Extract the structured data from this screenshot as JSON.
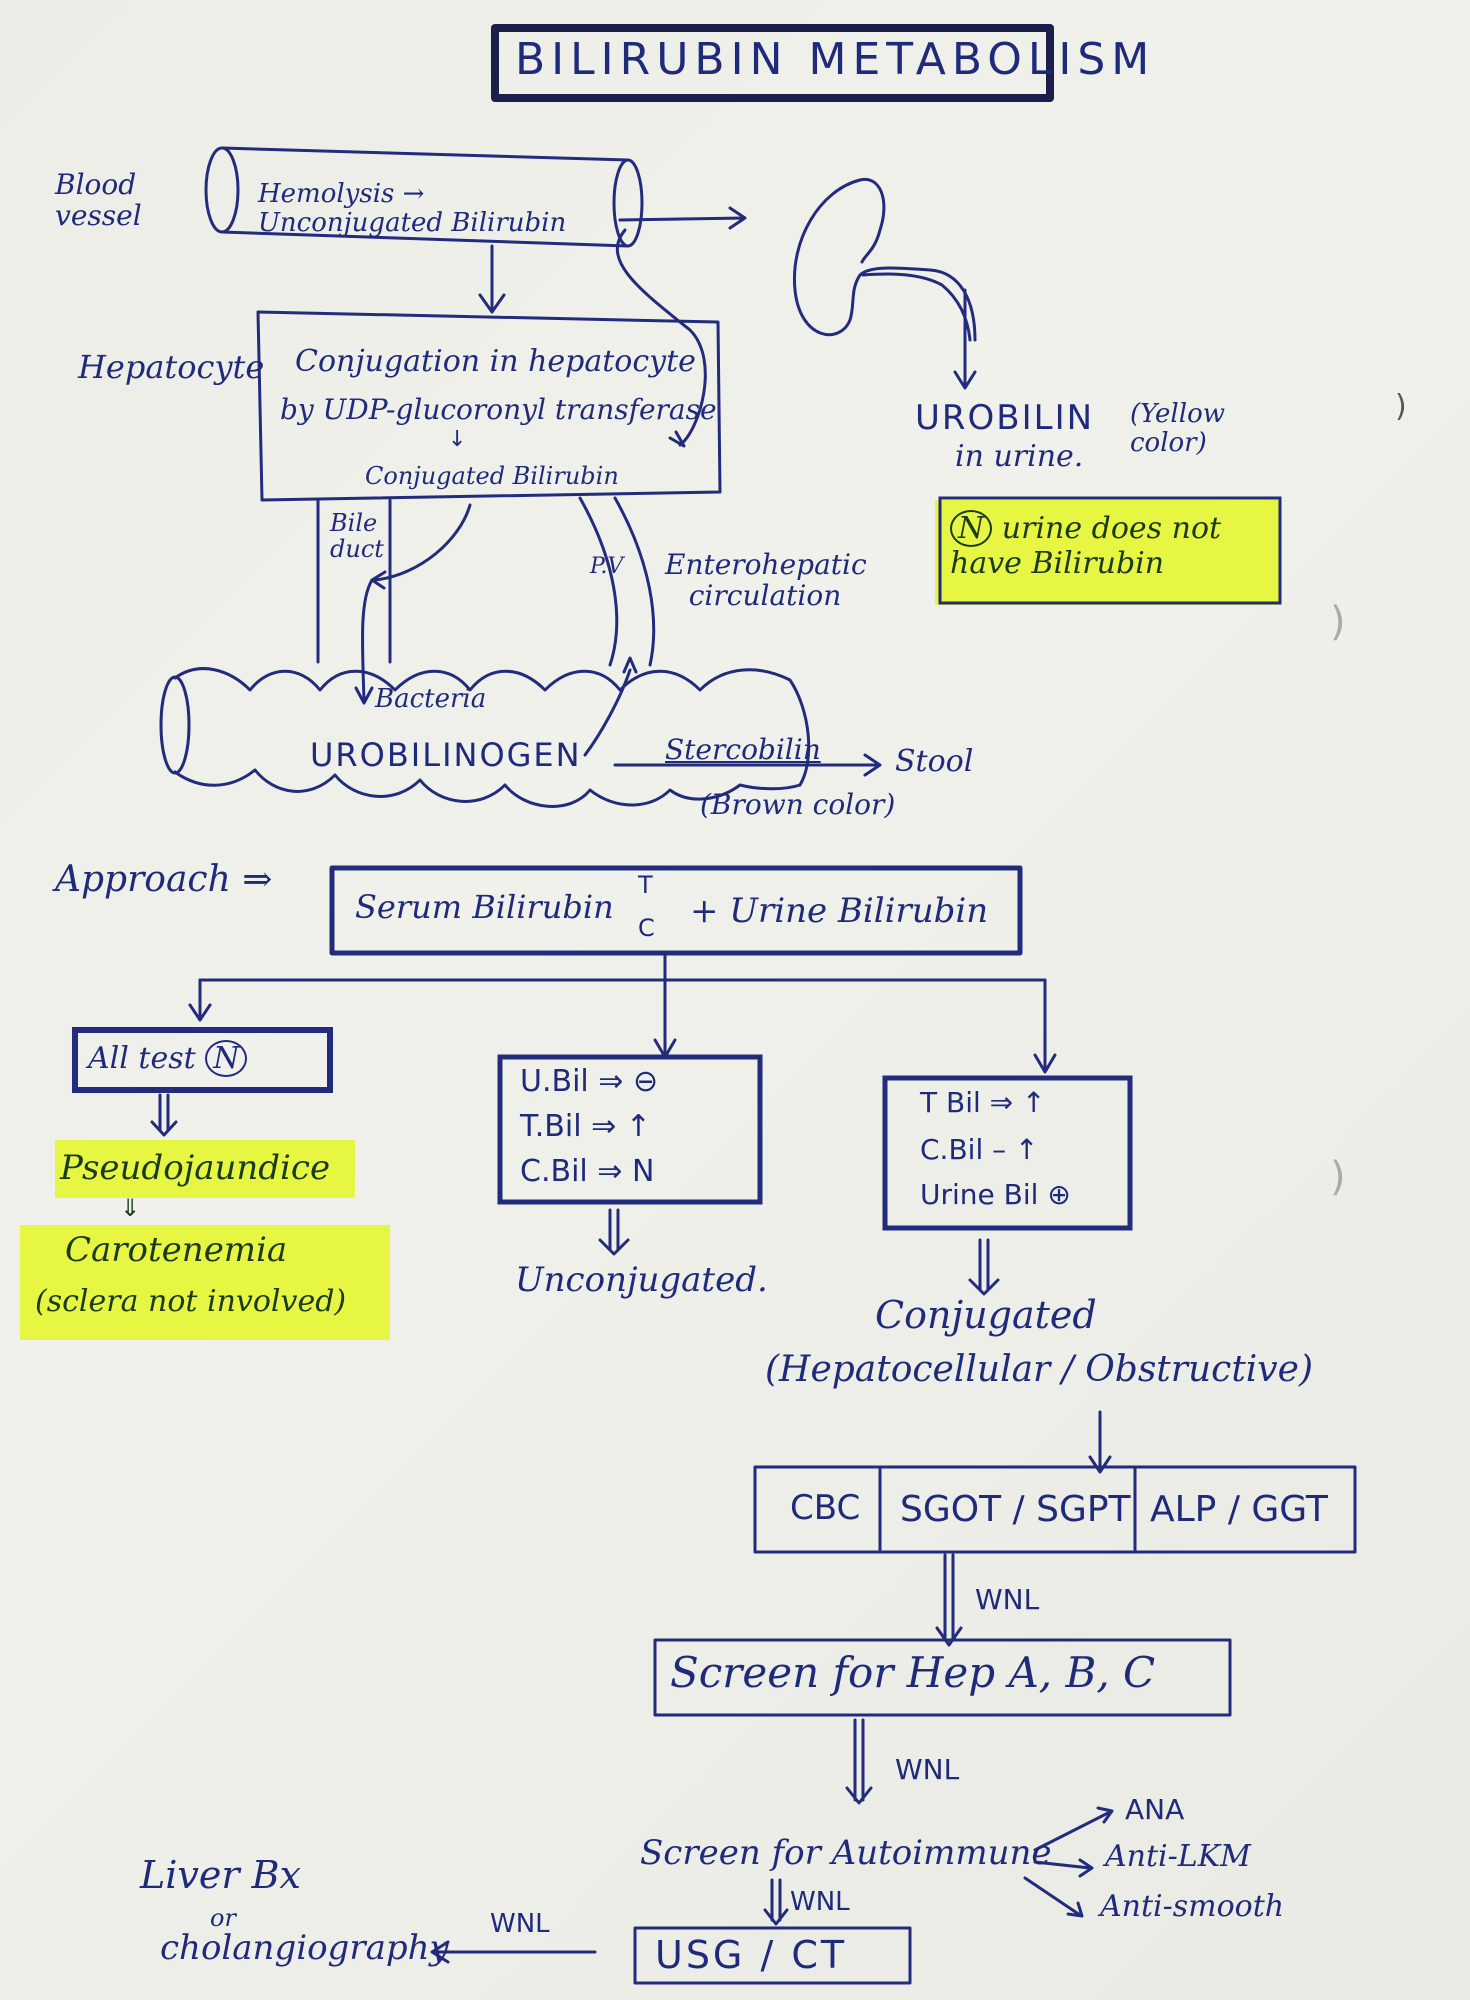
{
  "title": "BILIRUBIN METABOLISM",
  "pathway": {
    "blood_vessel_label": "Blood vessel",
    "vessel_text": "Hemolysis → Unconjugated Bilirubin",
    "hepatocyte_label": "Hepatocyte",
    "hepatocyte_line1": "Conjugation in hepatocyte",
    "hepatocyte_line2": "by UDP-glucoronyl transferase",
    "hepatocyte_arrow": "↓",
    "conjugated": "Conjugated Bilirubin",
    "bile_duct": "Bile duct",
    "portal_vein": "P.V",
    "enterohepatic": "Enterohepatic circulation",
    "bacteria": "Bacteria",
    "urobilinogen": "UROBILINOGEN",
    "stercobilin": "Stercobilin",
    "stool": "Stool",
    "brown_color": "(Brown color)",
    "urobilin": "UROBILIN",
    "in_urine": "in urine.",
    "yellow_color": "(Yellow color)",
    "normal_marker": "N",
    "urine_note": "urine does not have Bilirubin"
  },
  "approach": {
    "label": "Approach ⇒",
    "serum": "Serum Bilirubin",
    "serum_t": "T",
    "serum_c": "C",
    "urine": "+ Urine Bilirubin"
  },
  "branches": {
    "left": {
      "box": "All test",
      "marker": "N",
      "result1": "Pseudojaundice",
      "arrow": "⇓",
      "result2": "Carotenemia",
      "result3": "(sclera not involved)"
    },
    "middle": {
      "lines": [
        "U.Bil ⇒ ⊖",
        "T.Bil ⇒ ↑",
        "C.Bil ⇒ N"
      ],
      "arrow": "⇓",
      "result": "Unconjugated."
    },
    "right": {
      "lines": [
        "T Bil ⇒ ↑",
        "C.Bil – ↑",
        "Urine Bil ⊕"
      ],
      "arrow": "⇓",
      "result1": "Conjugated",
      "result2": "(Hepatocellular / Obstructive)"
    }
  },
  "workup": {
    "tests": [
      "CBC",
      "SGOT / SGPT",
      "ALP / GGT"
    ],
    "wnl1": "WNL",
    "hep_screen": "Screen for Hep A, B, C",
    "wnl2": "WNL",
    "autoimmune": "Screen for Autoimmune",
    "autoimmune_tests": [
      "ANA",
      "Anti-LKM",
      "Anti-smooth"
    ],
    "wnl3": "WNL",
    "imaging": "USG / CT",
    "wnl4": "WNL",
    "final1": "Liver Bx",
    "final_or": "or",
    "final2": "cholangiography"
  }
}
